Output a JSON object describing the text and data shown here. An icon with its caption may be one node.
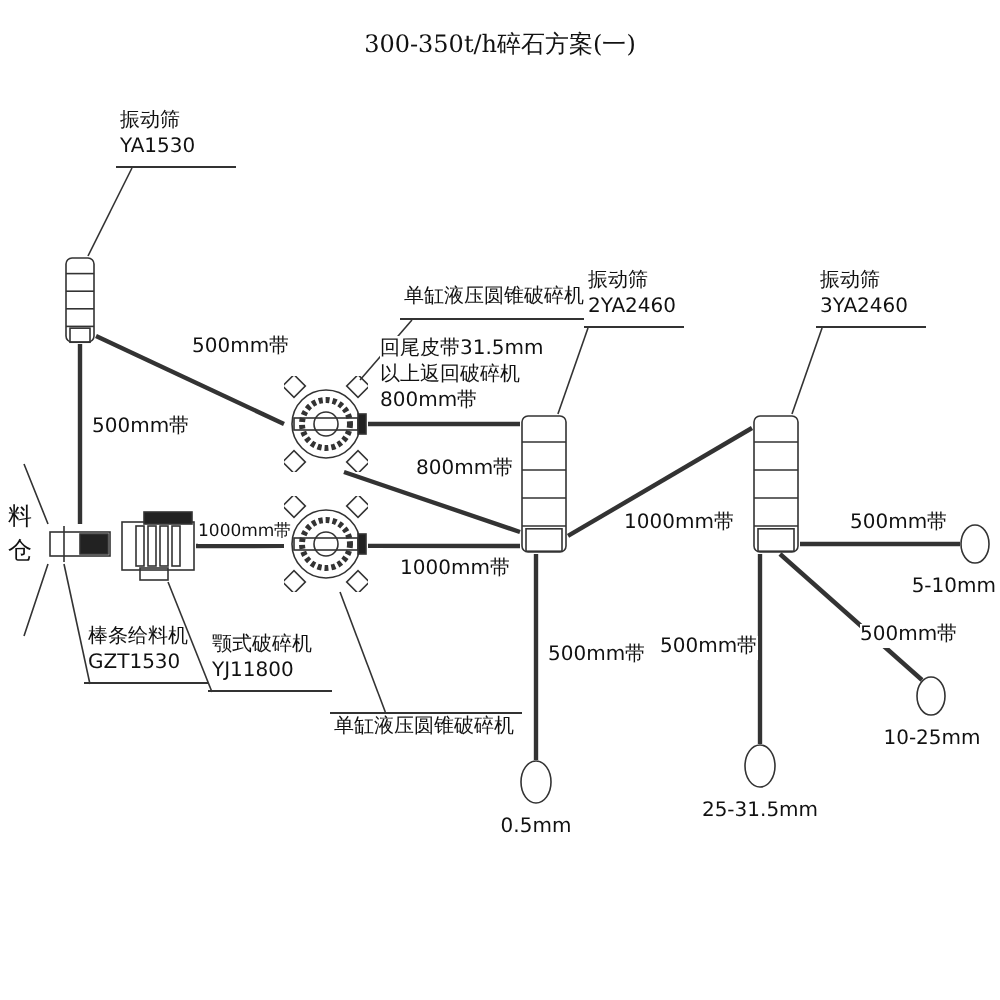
{
  "diagram": {
    "title": "300-350t/h碎石方案(一)",
    "nodes": [
      {
        "text": [
          "料仓"
        ]
      },
      {
        "text": [],
        "shape": "picture"
      },
      {
        "text": [
          "棒条给料机",
          "GZT1530"
        ]
      },
      {
        "text": [],
        "shape": "picture"
      },
      {
        "text": [
          "颚式破碎机",
          "YJ11800"
        ]
      },
      {
        "text": [],
        "shape": "picture"
      },
      {
        "text": [
          "振动筛",
          "YA1530"
        ]
      },
      {
        "text": [],
        "shape": "picture"
      },
      {
        "text": [
          "单缸液压圆锥破碎机"
        ]
      },
      {
        "text": [],
        "shape": "picture"
      },
      {
        "text": [
          "单缸液压圆锥破碎机"
        ]
      },
      {
        "text": [],
        "shape": "picture"
      },
      {
        "text": [
          "振动筛",
          "2YA2460"
        ]
      },
      {
        "text": [],
        "shape": "picture"
      },
      {
        "text": [
          "振动筛",
          "3YA2460"
        ]
      },
      {
        "text": [],
        "shape": "circle",
        "beside": [
          "0.5mm"
        ]
      },
      {
        "text": [],
        "shape": "circle",
        "beside": [
          "25-31.5mm"
        ]
      },
      {
        "text": [],
        "shape": "circle",
        "beside": [
          "10-25mm"
        ]
      },
      {
        "text": [],
        "shape": "circle",
        "beside": [
          "5-10mm"
        ]
      }
    ],
    "edges": [
      {
        "from": 5,
        "to": 1,
        "arrow": "none",
        "label": "500mm带"
      },
      {
        "from": 5,
        "to": 7,
        "arrow": "none",
        "label": "500mm带"
      },
      {
        "from": 3,
        "to": 9,
        "arrow": "none",
        "label": "1000mm带"
      },
      {
        "from": 9,
        "to": 11,
        "arrow": "none",
        "label": "1000mm带"
      },
      {
        "from": 7,
        "to": 11,
        "arrow": "none",
        "label": "回尾皮带31.5mm以上返回破碎机800mm带"
      },
      {
        "from": 7,
        "to": 11,
        "arrow": "none",
        "label": "800mm带"
      },
      {
        "from": 11,
        "to": 13,
        "arrow": "none",
        "label": "1000mm带"
      },
      {
        "from": 11,
        "to": 15,
        "arrow": "none",
        "label": "500mm带"
      },
      {
        "from": 13,
        "to": 16,
        "arrow": "none",
        "label": "500mm带"
      },
      {
        "from": 13,
        "to": 17,
        "arrow": "none",
        "label": "500mm带"
      },
      {
        "from": 13,
        "to": 18,
        "arrow": "none",
        "label": "500mm带"
      },
      {
        "from": 6,
        "to": 5,
        "arrow": "none"
      },
      {
        "from": 2,
        "to": 1,
        "arrow": "none"
      },
      {
        "from": 4,
        "to": 3,
        "arrow": "none"
      },
      {
        "from": 8,
        "to": 7,
        "arrow": "none"
      },
      {
        "from": 10,
        "to": 9,
        "arrow": "none"
      },
      {
        "from": 12,
        "to": 11,
        "arrow": "none"
      },
      {
        "from": 14,
        "to": 13,
        "arrow": "none"
      }
    ]
  }
}
